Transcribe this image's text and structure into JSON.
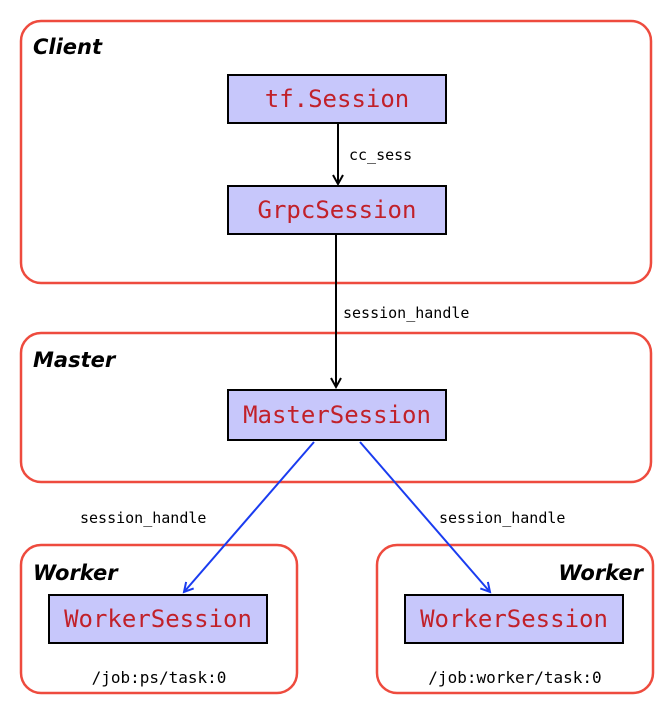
{
  "groups": {
    "client": "Client",
    "master": "Master",
    "worker_ps": "Worker",
    "worker_worker": "Worker"
  },
  "nodes": {
    "tf_session": "tf.Session",
    "grpc_session": "GrpcSession",
    "master_session": "MasterSession",
    "worker_session_ps": "WorkerSession",
    "worker_session_worker": "WorkerSession"
  },
  "edges": {
    "tf_to_grpc": "cc_sess",
    "grpc_to_master": "session_handle",
    "master_to_ps": "session_handle",
    "master_to_worker": "session_handle"
  },
  "tasks": {
    "ps": "/job:ps/task:0",
    "worker": "/job:worker/task:0"
  },
  "colors": {
    "group_border": "#ee4b3e",
    "node_fill": "#c7c7fb",
    "node_text": "#c1212a",
    "blue_edge": "#1a3cf0"
  }
}
